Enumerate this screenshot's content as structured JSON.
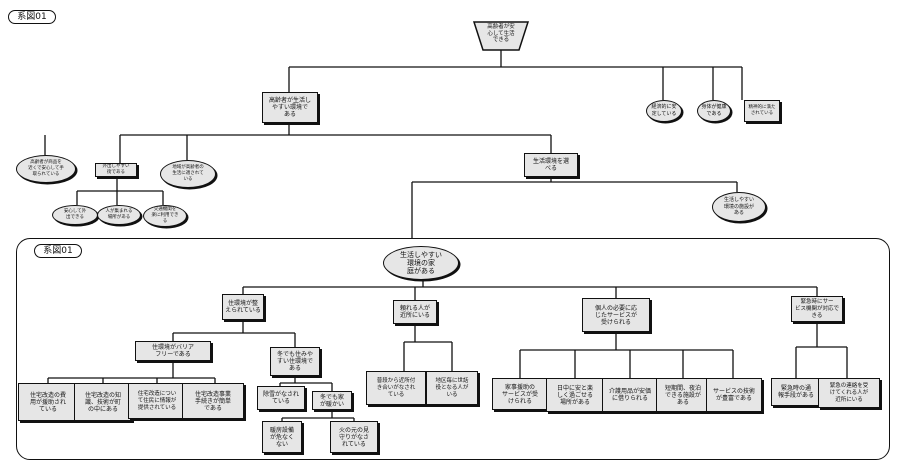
{
  "labels": {
    "top": "系図01",
    "bottom": "系図01"
  },
  "nodes": {
    "root": "高齢者が安\n心して生活\nできる",
    "n_env_live": "高齢者が生活し\nやすい環境で\nある",
    "n_econ": "経済的に安\n定している",
    "n_health": "身体が健康\nである",
    "n_mental": "精神的に満た\nされている",
    "n_shop": "高齢者が商品を\n近くで安心して手\n取られている",
    "n_outing": "外出しやすい\n街である",
    "n_friend": "地域が高齢者の\n生活に適されて\nいる",
    "n_safe": "安心して外\n出できる",
    "n_gather": "人が集まれる\n場所がある",
    "n_traffic": "交通機関を\n楽に利用でき\nる",
    "n_choose": "生活環境を選\nべる",
    "n_easyenv": "生活しやすい\n環境の施設が\nある",
    "b_root": "生活しやすい\n環境の家\n庭がある",
    "b_house": "住環境が整\nえられている",
    "b_neighbor": "頼れる人が\n近所にいる",
    "b_service": "個人の必要に応\nじたサービスが\n受けられる",
    "b_emerg": "緊急時にサー\nビス機関が対応で\nきる",
    "b_barrier": "住環境がバリア\nフリーである",
    "b_winter": "冬でも住みや\nすい住環境で\nある",
    "b_l1": "住宅改造の費\n用が援助され\nている",
    "b_l2": "住宅改造の知\n識、技術が町\nの中にある",
    "b_l3": "住宅改造につい\nて住民に情報が\n提供されている",
    "b_l4": "住宅改造事業\n手続きが簡単\nである",
    "b_snow": "除雪がなされ\nている",
    "b_warm": "冬でも家\nが暖かい",
    "b_heater": "暖房設備\nが危なく\nない",
    "b_fire": "火の元の見\n守りがなさ\nれている",
    "b_n1": "普段から近所付\nき合いがなされ\nている",
    "b_n2": "地区毎に世話\n役となる人が\nいる",
    "b_s1": "家事援助の\nサービスが受\nけられる",
    "b_s2": "日中に安と楽\nしく過ごせる\n場所がある",
    "b_s3": "介護用品が安価\nに借りられる",
    "b_s4": "短期間、夜泊\nできる施設が\nある",
    "b_s5": "サービスの技術\nが豊富である",
    "b_e1": "緊急時の通\n報手段がある",
    "b_e2": "緊急の連絡を受\nけてくれる人が\n近所にいる"
  }
}
